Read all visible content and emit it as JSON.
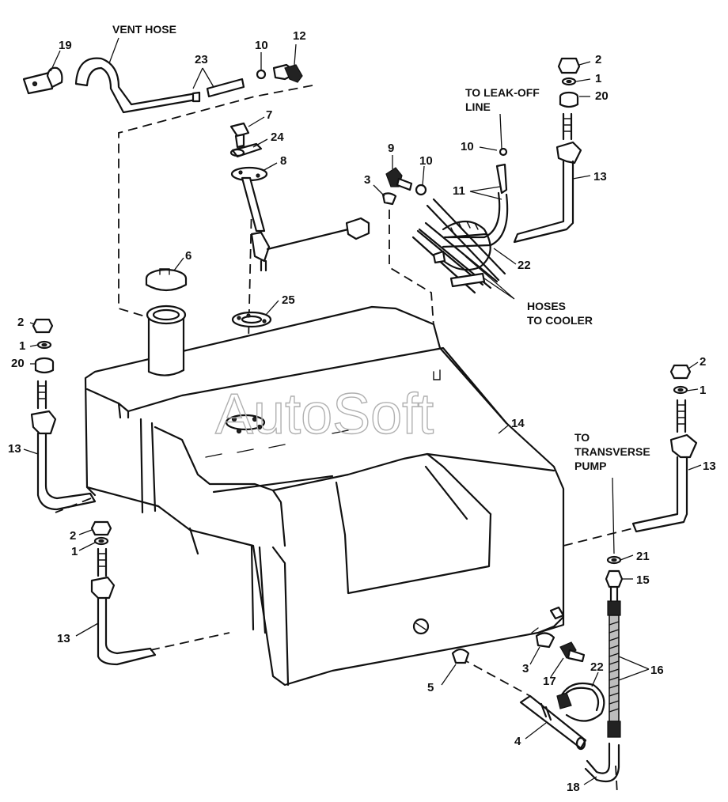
{
  "watermark": "AutoSoft",
  "labels": {
    "vent_hose": "VENT HOSE",
    "leak_off_1": "TO LEAK-OFF",
    "leak_off_2": "LINE",
    "hoses_cooler_1": "HOSES",
    "hoses_cooler_2": "TO COOLER",
    "transverse_1": "TO",
    "transverse_2": "TRANSVERSE",
    "transverse_3": "PUMP"
  },
  "callouts": [
    {
      "id": "c19",
      "text": "19"
    },
    {
      "id": "c23",
      "text": "23"
    },
    {
      "id": "c10a",
      "text": "10"
    },
    {
      "id": "c12",
      "text": "12"
    },
    {
      "id": "c7",
      "text": "7"
    },
    {
      "id": "c24",
      "text": "24"
    },
    {
      "id": "c8",
      "text": "8"
    },
    {
      "id": "c6",
      "text": "6"
    },
    {
      "id": "c25",
      "text": "25"
    },
    {
      "id": "c9",
      "text": "9"
    },
    {
      "id": "c10b",
      "text": "10"
    },
    {
      "id": "c3a",
      "text": "3"
    },
    {
      "id": "c10c",
      "text": "10"
    },
    {
      "id": "c11",
      "text": "11"
    },
    {
      "id": "c22a",
      "text": "22"
    },
    {
      "id": "c2a",
      "text": "2"
    },
    {
      "id": "c1a",
      "text": "1"
    },
    {
      "id": "c20a",
      "text": "20"
    },
    {
      "id": "c13a",
      "text": "13"
    },
    {
      "id": "c2b",
      "text": "2"
    },
    {
      "id": "c1b",
      "text": "1"
    },
    {
      "id": "c20b",
      "text": "20"
    },
    {
      "id": "c13b",
      "text": "13"
    },
    {
      "id": "c14",
      "text": "14"
    },
    {
      "id": "c2c",
      "text": "2"
    },
    {
      "id": "c1c",
      "text": "1"
    },
    {
      "id": "c13c",
      "text": "13"
    },
    {
      "id": "c2d",
      "text": "2"
    },
    {
      "id": "c1d",
      "text": "1"
    },
    {
      "id": "c13d",
      "text": "13"
    },
    {
      "id": "c21",
      "text": "21"
    },
    {
      "id": "c15",
      "text": "15"
    },
    {
      "id": "c16",
      "text": "16"
    },
    {
      "id": "c22b",
      "text": "22"
    },
    {
      "id": "c3b",
      "text": "3"
    },
    {
      "id": "c17",
      "text": "17"
    },
    {
      "id": "c5",
      "text": "5"
    },
    {
      "id": "c4",
      "text": "4"
    },
    {
      "id": "c18",
      "text": "18"
    }
  ]
}
